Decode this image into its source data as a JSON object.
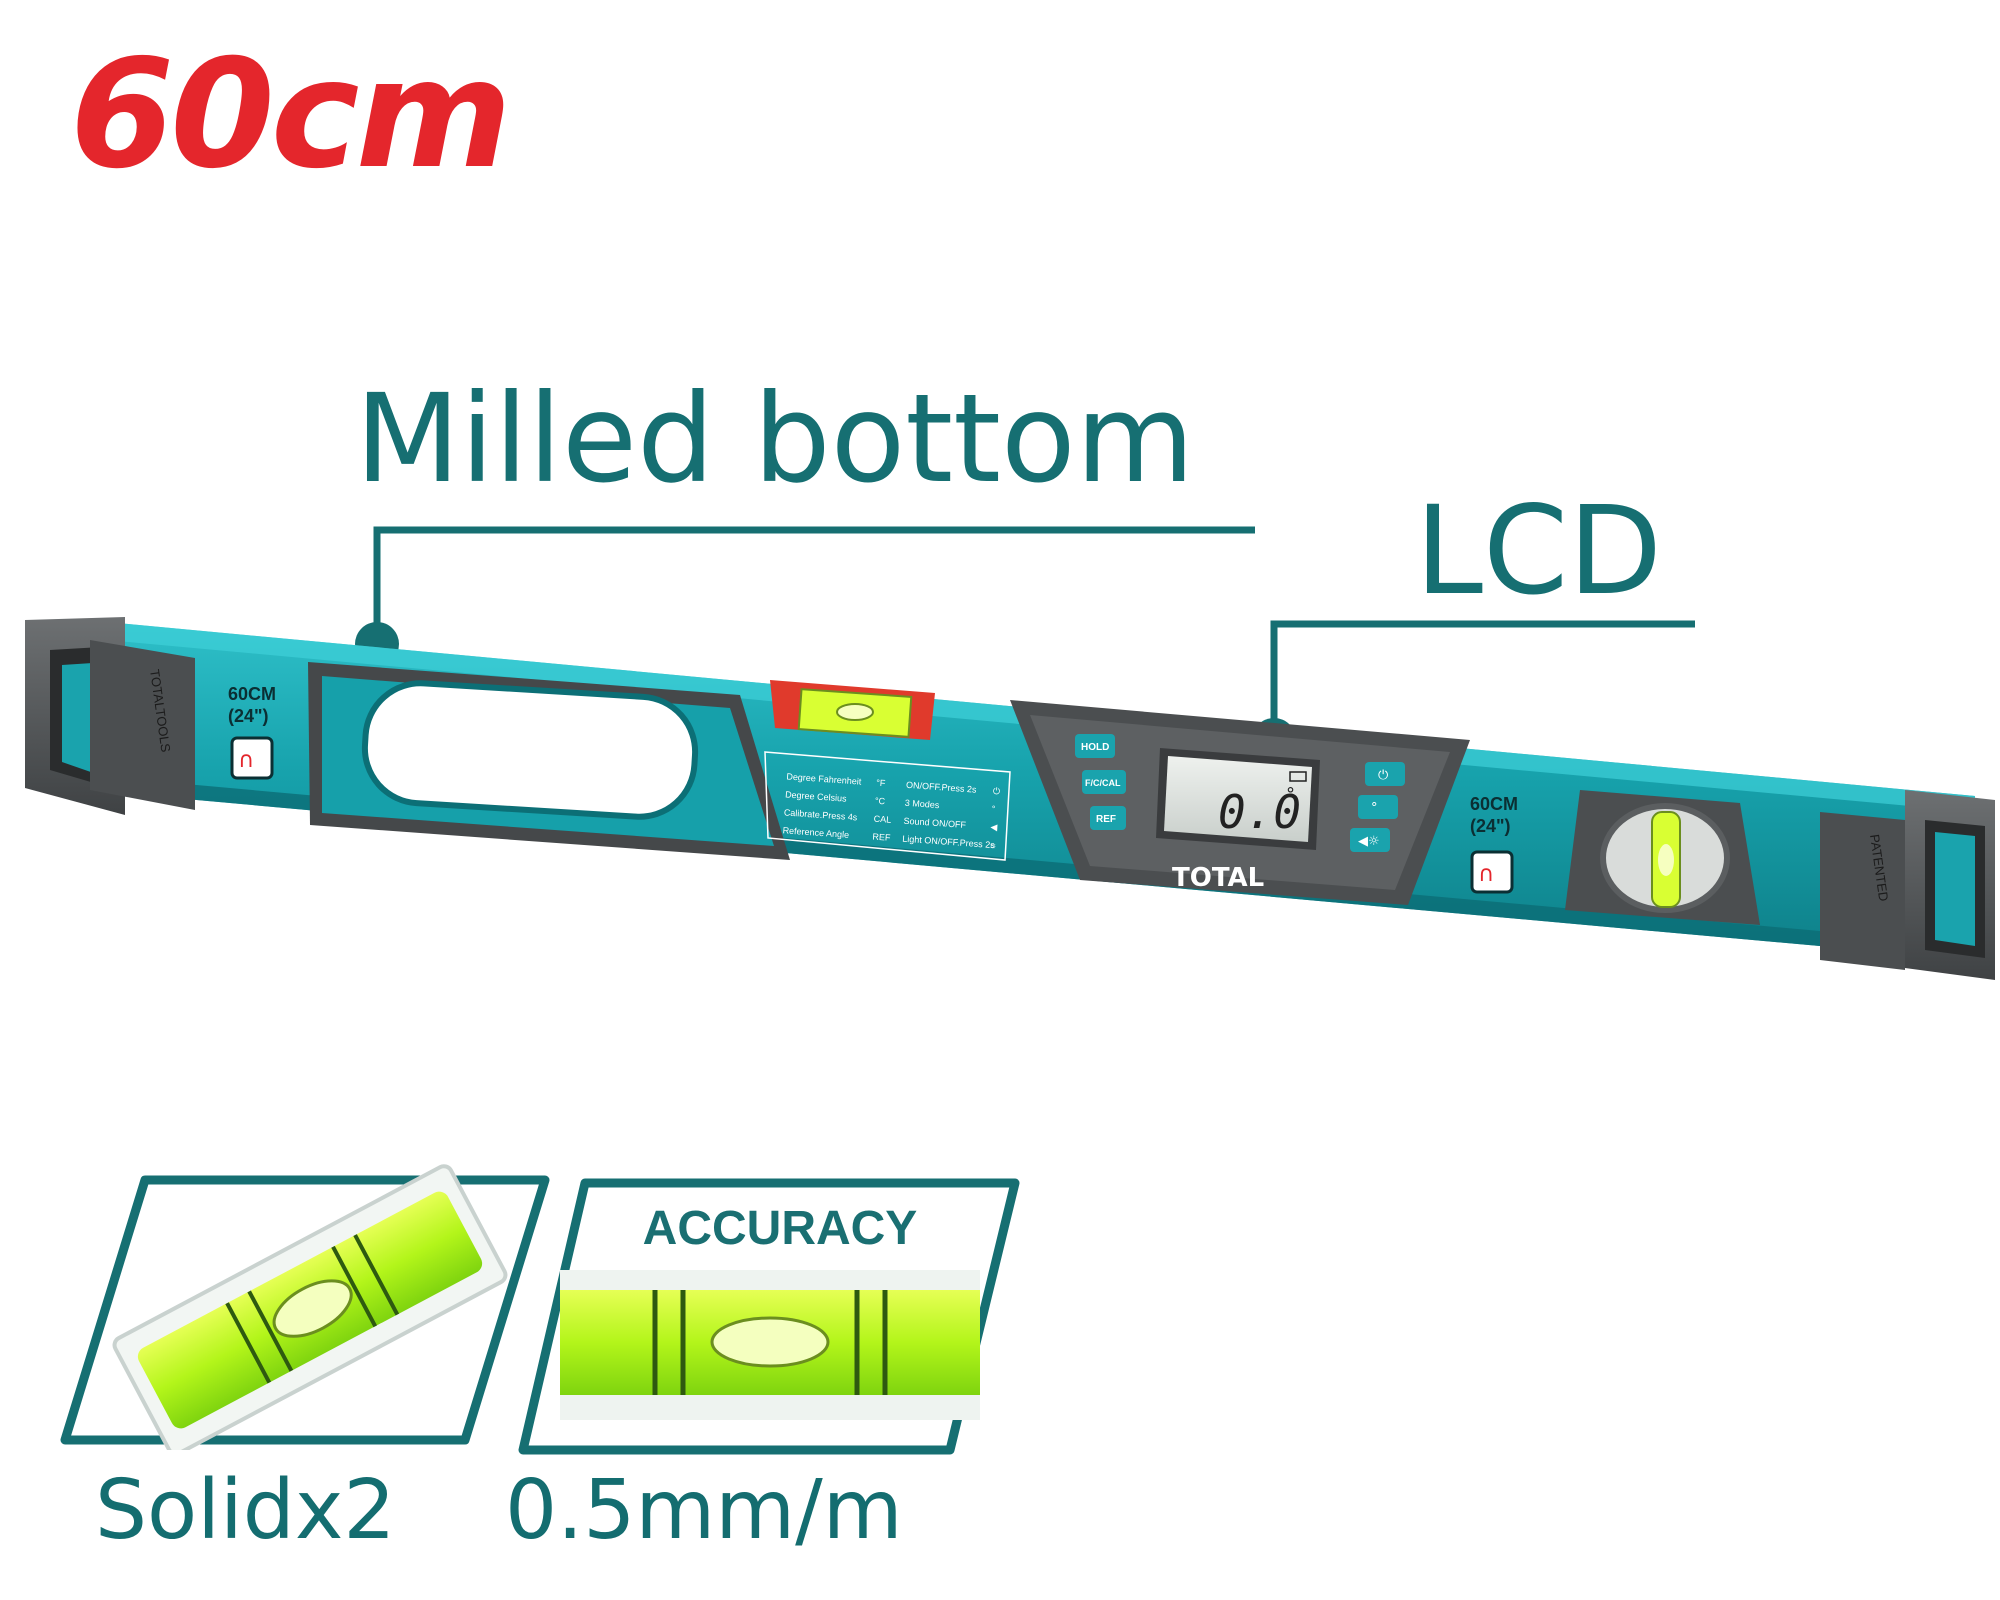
{
  "heading": {
    "size": "60cm"
  },
  "callouts": {
    "milled": "Milled bottom",
    "lcd": "LCD"
  },
  "tool": {
    "brand": "TOTAL",
    "length_mark_left": {
      "metric": "60CM",
      "imperial": "(24\")"
    },
    "length_mark_right": {
      "metric": "60CM",
      "imperial": "(24\")"
    },
    "side_text_left": "TOTALTOOLS",
    "side_text_right": "PATENTED",
    "lcd_reading": "0.0",
    "lcd_degree": "°",
    "buttons_left": [
      "HOLD",
      "F/C/CAL",
      "REF"
    ],
    "legend_left": [
      {
        "label": "Degree Fahrenheit",
        "key": "°F"
      },
      {
        "label": "Degree Celsius",
        "key": "°C"
      },
      {
        "label": "Calibrate.Press 4s",
        "key": "CAL"
      },
      {
        "label": "Reference Angle",
        "key": "REF"
      }
    ],
    "legend_right": [
      {
        "label": "ON/OFF.Press 2s",
        "key": "⏻"
      },
      {
        "label": "3 Modes",
        "key": "°"
      },
      {
        "label": "Sound ON/OFF",
        "key": "◀"
      },
      {
        "label": "Light ON/OFF.Press 2s",
        "key": "☼"
      }
    ]
  },
  "features": {
    "vials": {
      "caption": "Solidx2"
    },
    "accuracy": {
      "title": "ACCURACY",
      "caption": "0.5mm/m"
    }
  },
  "colors": {
    "heading_red": "#e4262c",
    "teal_text": "#166f72",
    "tool_teal": "#1aa3ad",
    "tool_grey": "#5b5e60",
    "vial_green": "#c6ff1c"
  }
}
